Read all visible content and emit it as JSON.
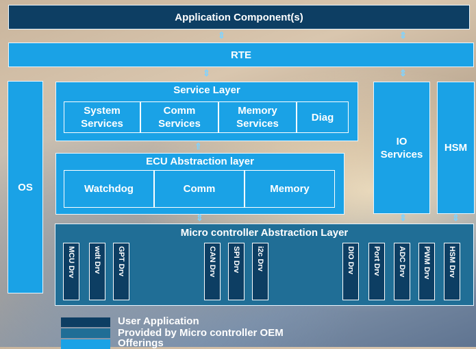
{
  "app_component": "Application Component(s)",
  "rte": "RTE",
  "os": "OS",
  "service_layer": {
    "title": "Service Layer",
    "items": [
      {
        "line1": "System",
        "line2": "Services"
      },
      {
        "line1": "Comm",
        "line2": "Services"
      },
      {
        "line1": "Memory",
        "line2": "Services"
      },
      {
        "line1": "Diag",
        "line2": ""
      }
    ]
  },
  "ecu_layer": {
    "title": "ECU Abstraction layer",
    "items": [
      "Watchdog",
      "Comm",
      "Memory"
    ]
  },
  "io_services": {
    "line1": "IO",
    "line2": "Services"
  },
  "hsm": "HSM",
  "mcal": {
    "title": "Micro controller Abstraction Layer",
    "drivers": [
      "MCU Drv",
      "wdt Drv",
      "GPT Drv",
      "CAN Drv",
      "SPI Drv",
      "i2c Drv",
      "DIO Drv",
      "Port Drv",
      "ADC Drv",
      "PWM Drv",
      "HSM Drv"
    ]
  },
  "legend": [
    {
      "label": "User Application",
      "color": "#0d3e63"
    },
    {
      "label": "Provided by Micro controller OEM",
      "color": "#206e96"
    },
    {
      "label": "Offerings",
      "color": "#1aa2e6"
    }
  ],
  "arrow_glyph": "⇕",
  "arrow_up_glyph": "⇑"
}
